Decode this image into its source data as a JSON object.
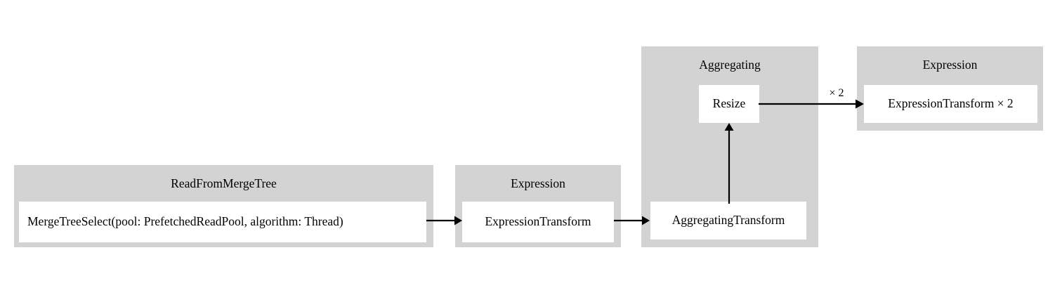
{
  "diagram": {
    "type": "query-pipeline-graph",
    "background_color": "#ffffff",
    "cluster_color": "#d3d3d3",
    "node_color": "#ffffff",
    "edge_color": "#000000",
    "clusters": [
      {
        "id": "read-from-merge-tree",
        "title": "ReadFromMergeTree",
        "nodes": [
          {
            "id": "merge-tree-select",
            "label": "MergeTreeSelect(pool: PrefetchedReadPool, algorithm: Thread)"
          }
        ]
      },
      {
        "id": "expression-1",
        "title": "Expression",
        "nodes": [
          {
            "id": "expression-transform",
            "label": "ExpressionTransform"
          }
        ]
      },
      {
        "id": "aggregating",
        "title": "Aggregating",
        "nodes": [
          {
            "id": "resize",
            "label": "Resize"
          },
          {
            "id": "aggregating-transform",
            "label": "AggregatingTransform"
          }
        ]
      },
      {
        "id": "expression-2",
        "title": "Expression",
        "nodes": [
          {
            "id": "expression-transform-x2",
            "label": "ExpressionTransform × 2"
          }
        ]
      }
    ],
    "edges": [
      {
        "id": "edge-merge-tree-select-to-expression-transform",
        "from": "merge-tree-select",
        "to": "expression-transform",
        "label": ""
      },
      {
        "id": "edge-expression-transform-to-aggregating-transform",
        "from": "expression-transform",
        "to": "aggregating-transform",
        "label": ""
      },
      {
        "id": "edge-aggregating-transform-to-resize",
        "from": "aggregating-transform",
        "to": "resize",
        "label": ""
      },
      {
        "id": "edge-resize-to-expression-transform-x2",
        "from": "resize",
        "to": "expression-transform-x2",
        "label": "× 2"
      }
    ]
  }
}
